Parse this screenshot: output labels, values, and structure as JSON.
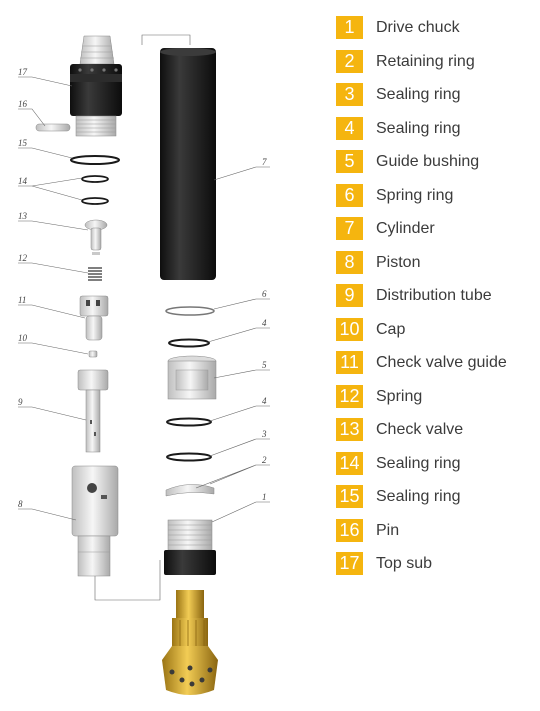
{
  "parts": [
    {
      "num": "1",
      "name": "Drive chuck"
    },
    {
      "num": "2",
      "name": "Retaining ring"
    },
    {
      "num": "3",
      "name": "Sealing ring"
    },
    {
      "num": "4",
      "name": "Sealing ring"
    },
    {
      "num": "5",
      "name": "Guide bushing"
    },
    {
      "num": "6",
      "name": "Spring ring"
    },
    {
      "num": "7",
      "name": "Cylinder"
    },
    {
      "num": "8",
      "name": "Piston"
    },
    {
      "num": "9",
      "name": "Distribution tube"
    },
    {
      "num": "10",
      "name": "Cap"
    },
    {
      "num": "11",
      "name": "Check valve guide"
    },
    {
      "num": "12",
      "name": "Spring"
    },
    {
      "num": "13",
      "name": "Check valve"
    },
    {
      "num": "14",
      "name": "Sealing ring"
    },
    {
      "num": "15",
      "name": "Sealing ring"
    },
    {
      "num": "16",
      "name": "Pin"
    },
    {
      "num": "17",
      "name": "Top sub"
    }
  ],
  "callouts": [
    "17",
    "16",
    "15",
    "14",
    "13",
    "12",
    "11",
    "10",
    "9",
    "8",
    "7",
    "6",
    "4",
    "5",
    "4",
    "3",
    "2",
    "1"
  ],
  "colors": {
    "accent": "#f5b50f",
    "text": "#3b3b3b",
    "part_dark": "#1e1e1e",
    "part_light": "#e8e8e8",
    "bit_gold": "#d6a72c"
  }
}
